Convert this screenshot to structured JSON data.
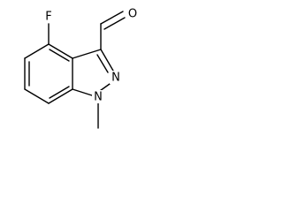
{
  "molecule": {
    "atoms": {
      "fluorine": "F",
      "oxygen": "O",
      "nitrogen_2": "N",
      "nitrogen_1": "N"
    }
  }
}
